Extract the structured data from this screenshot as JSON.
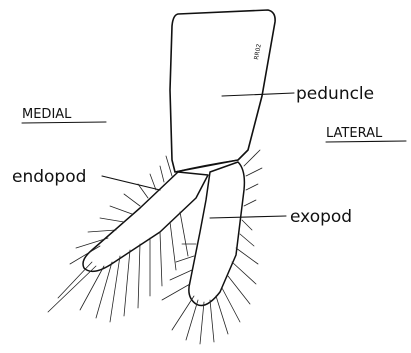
{
  "labels": {
    "medial": "MEDIAL",
    "lateral": "LATERAL",
    "peduncle": "peduncle",
    "endopod": "endopod",
    "exopod": "exopod"
  },
  "signature": "RR02",
  "colors": {
    "ink": "#111111",
    "background": "#ffffff"
  }
}
